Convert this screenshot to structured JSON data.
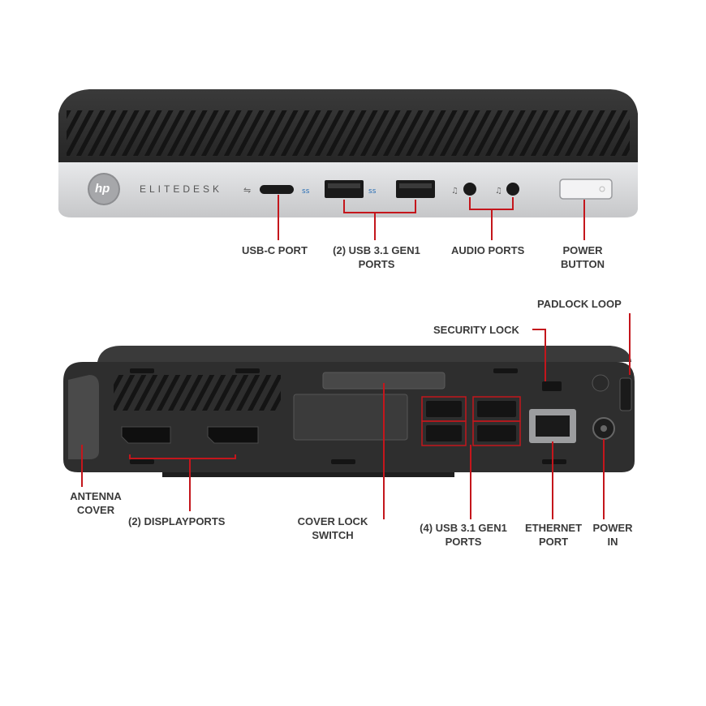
{
  "brand": {
    "logo": "hp",
    "model": "ELITEDESK"
  },
  "front_labels": {
    "usb_c": [
      "USB-C PORT"
    ],
    "usb_front": [
      "(2) USB 3.1 GEN1",
      "PORTS"
    ],
    "audio": [
      "AUDIO PORTS"
    ],
    "power_button": [
      "POWER",
      "BUTTON"
    ]
  },
  "rear_labels": {
    "padlock": [
      "PADLOCK LOOP"
    ],
    "security": [
      "SECURITY LOCK"
    ],
    "antenna": [
      "ANTENNA",
      "COVER"
    ],
    "displayports": [
      "(2) DISPLAYPORTS"
    ],
    "cover_lock": [
      "COVER LOCK",
      "SWITCH"
    ],
    "usb_rear": [
      "(4) USB 3.1 GEN1",
      "PORTS"
    ],
    "ethernet": [
      "ETHERNET",
      "PORT"
    ],
    "power_in": [
      "POWER",
      "IN"
    ]
  },
  "colors": {
    "callout": "#c4161c",
    "chassis": "#2b2b2b",
    "front_panel": "#d9dadc",
    "label": "#3a3a3a"
  }
}
